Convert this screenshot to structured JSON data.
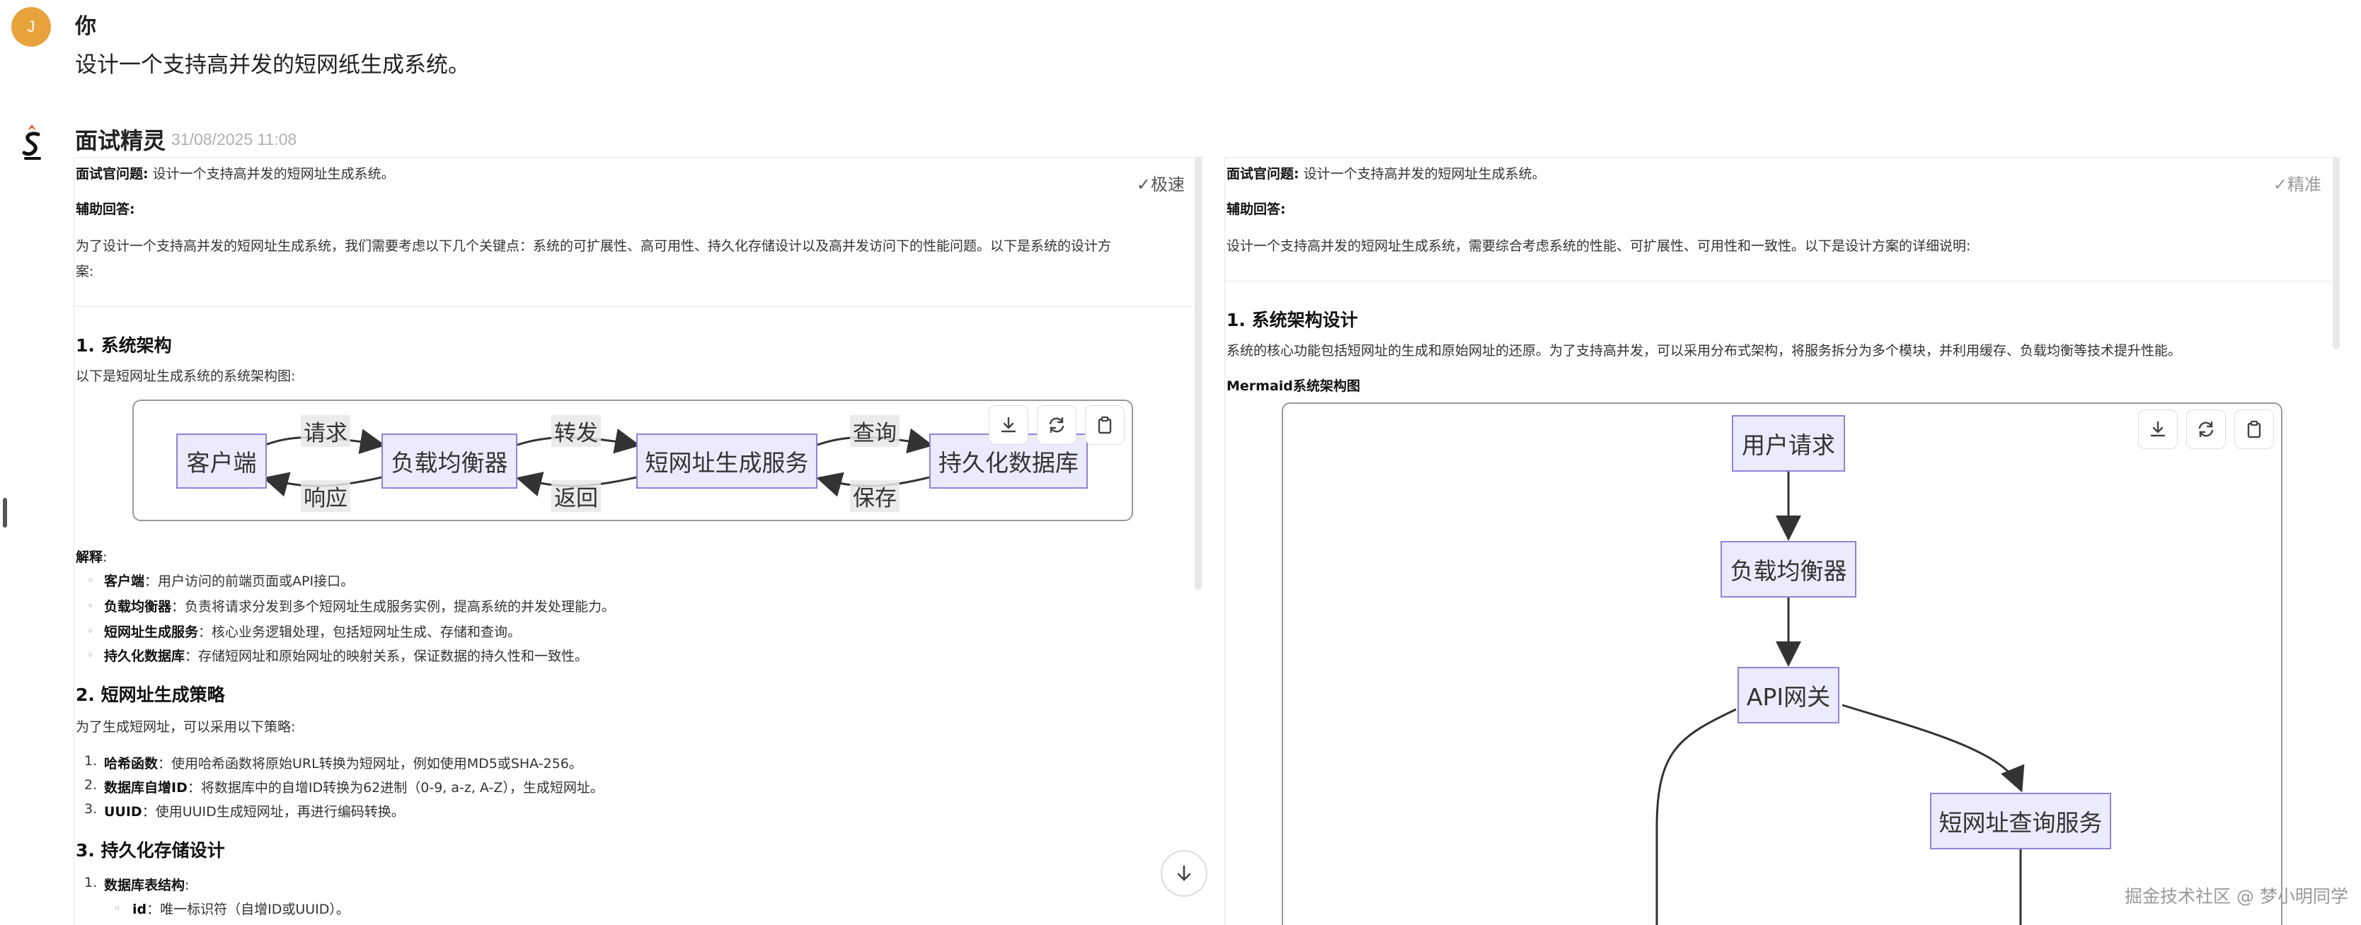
{
  "user": {
    "avatar_letter": "J",
    "name": "你",
    "question": "设计一个支持高并发的短网纸生成系统。"
  },
  "bot": {
    "name": "面试精灵",
    "timestamp": "31/08/2025 11:08"
  },
  "left_panel": {
    "mode_label": "极速",
    "question_label": "面试官问题:",
    "question_text": " 设计一个支持高并发的短网址生成系统。",
    "answer_label": "辅助回答:",
    "intro_line1": "为了设计一个支持高并发的短网址生成系统，我们需要考虑以下几个关键点：系统的可扩展性、高可用性、持久化存储设计以及高并发访问下的性能问题。以下是系统的设计方",
    "intro_line2": "案:",
    "section1_title": "1. 系统架构",
    "section1_desc": "以下是短网址生成系统的系统架构图:",
    "diagram": {
      "nodes": [
        "客户端",
        "负载均衡器",
        "短网址生成服务",
        "持久化数据库"
      ],
      "forward_labels": [
        "请求",
        "转发",
        "查询"
      ],
      "backward_labels": [
        "响应",
        "返回",
        "保存"
      ]
    },
    "explain_label": "解释",
    "explain_items": [
      {
        "term": "客户端",
        "desc": "：用户访问的前端页面或API接口。"
      },
      {
        "term": "负载均衡器",
        "desc": "：负责将请求分发到多个短网址生成服务实例，提高系统的并发处理能力。"
      },
      {
        "term": "短网址生成服务",
        "desc": "：核心业务逻辑处理，包括短网址生成、存储和查询。"
      },
      {
        "term": "持久化数据库",
        "desc": "：存储短网址和原始网址的映射关系，保证数据的持久性和一致性。"
      }
    ],
    "section2_title": "2. 短网址生成策略",
    "section2_desc": "为了生成短网址，可以采用以下策略:",
    "strategies": [
      {
        "num": "1.",
        "term": "哈希函数",
        "desc": "：使用哈希函数将原始URL转换为短网址，例如使用MD5或SHA-256。"
      },
      {
        "num": "2.",
        "term": "数据库自增ID",
        "desc": "：将数据库中的自增ID转换为62进制（0-9, a-z, A-Z），生成短网址。"
      },
      {
        "num": "3.",
        "term": "UUID",
        "desc": "：使用UUID生成短网址，再进行编码转换。"
      }
    ],
    "section3_title": "3. 持久化存储设计",
    "storage_item": {
      "num": "1.",
      "term": "数据库表结构",
      "desc": ":"
    },
    "storage_sub": {
      "term": "id",
      "desc": "：唯一标识符（自增ID或UUID）。"
    }
  },
  "right_panel": {
    "mode_label": "精准",
    "question_label": "面试官问题:",
    "question_text": " 设计一个支持高并发的短网址生成系统。",
    "answer_label": "辅助回答:",
    "intro": "设计一个支持高并发的短网址生成系统，需要综合考虑系统的性能、可扩展性、可用性和一致性。以下是设计方案的详细说明:",
    "section1_title": "1. 系统架构设计",
    "section1_desc": "系统的核心功能包括短网址的生成和原始网址的还原。为了支持高并发，可以采用分布式架构，将服务拆分为多个模块，并利用缓存、负载均衡等技术提升性能。",
    "mermaid_label": "Mermaid系统架构图",
    "diagram_nodes": [
      "用户请求",
      "负载均衡器",
      "API网关",
      "短网址查询服务"
    ]
  },
  "watermark": "掘金技术社区 @ 梦小明同学"
}
